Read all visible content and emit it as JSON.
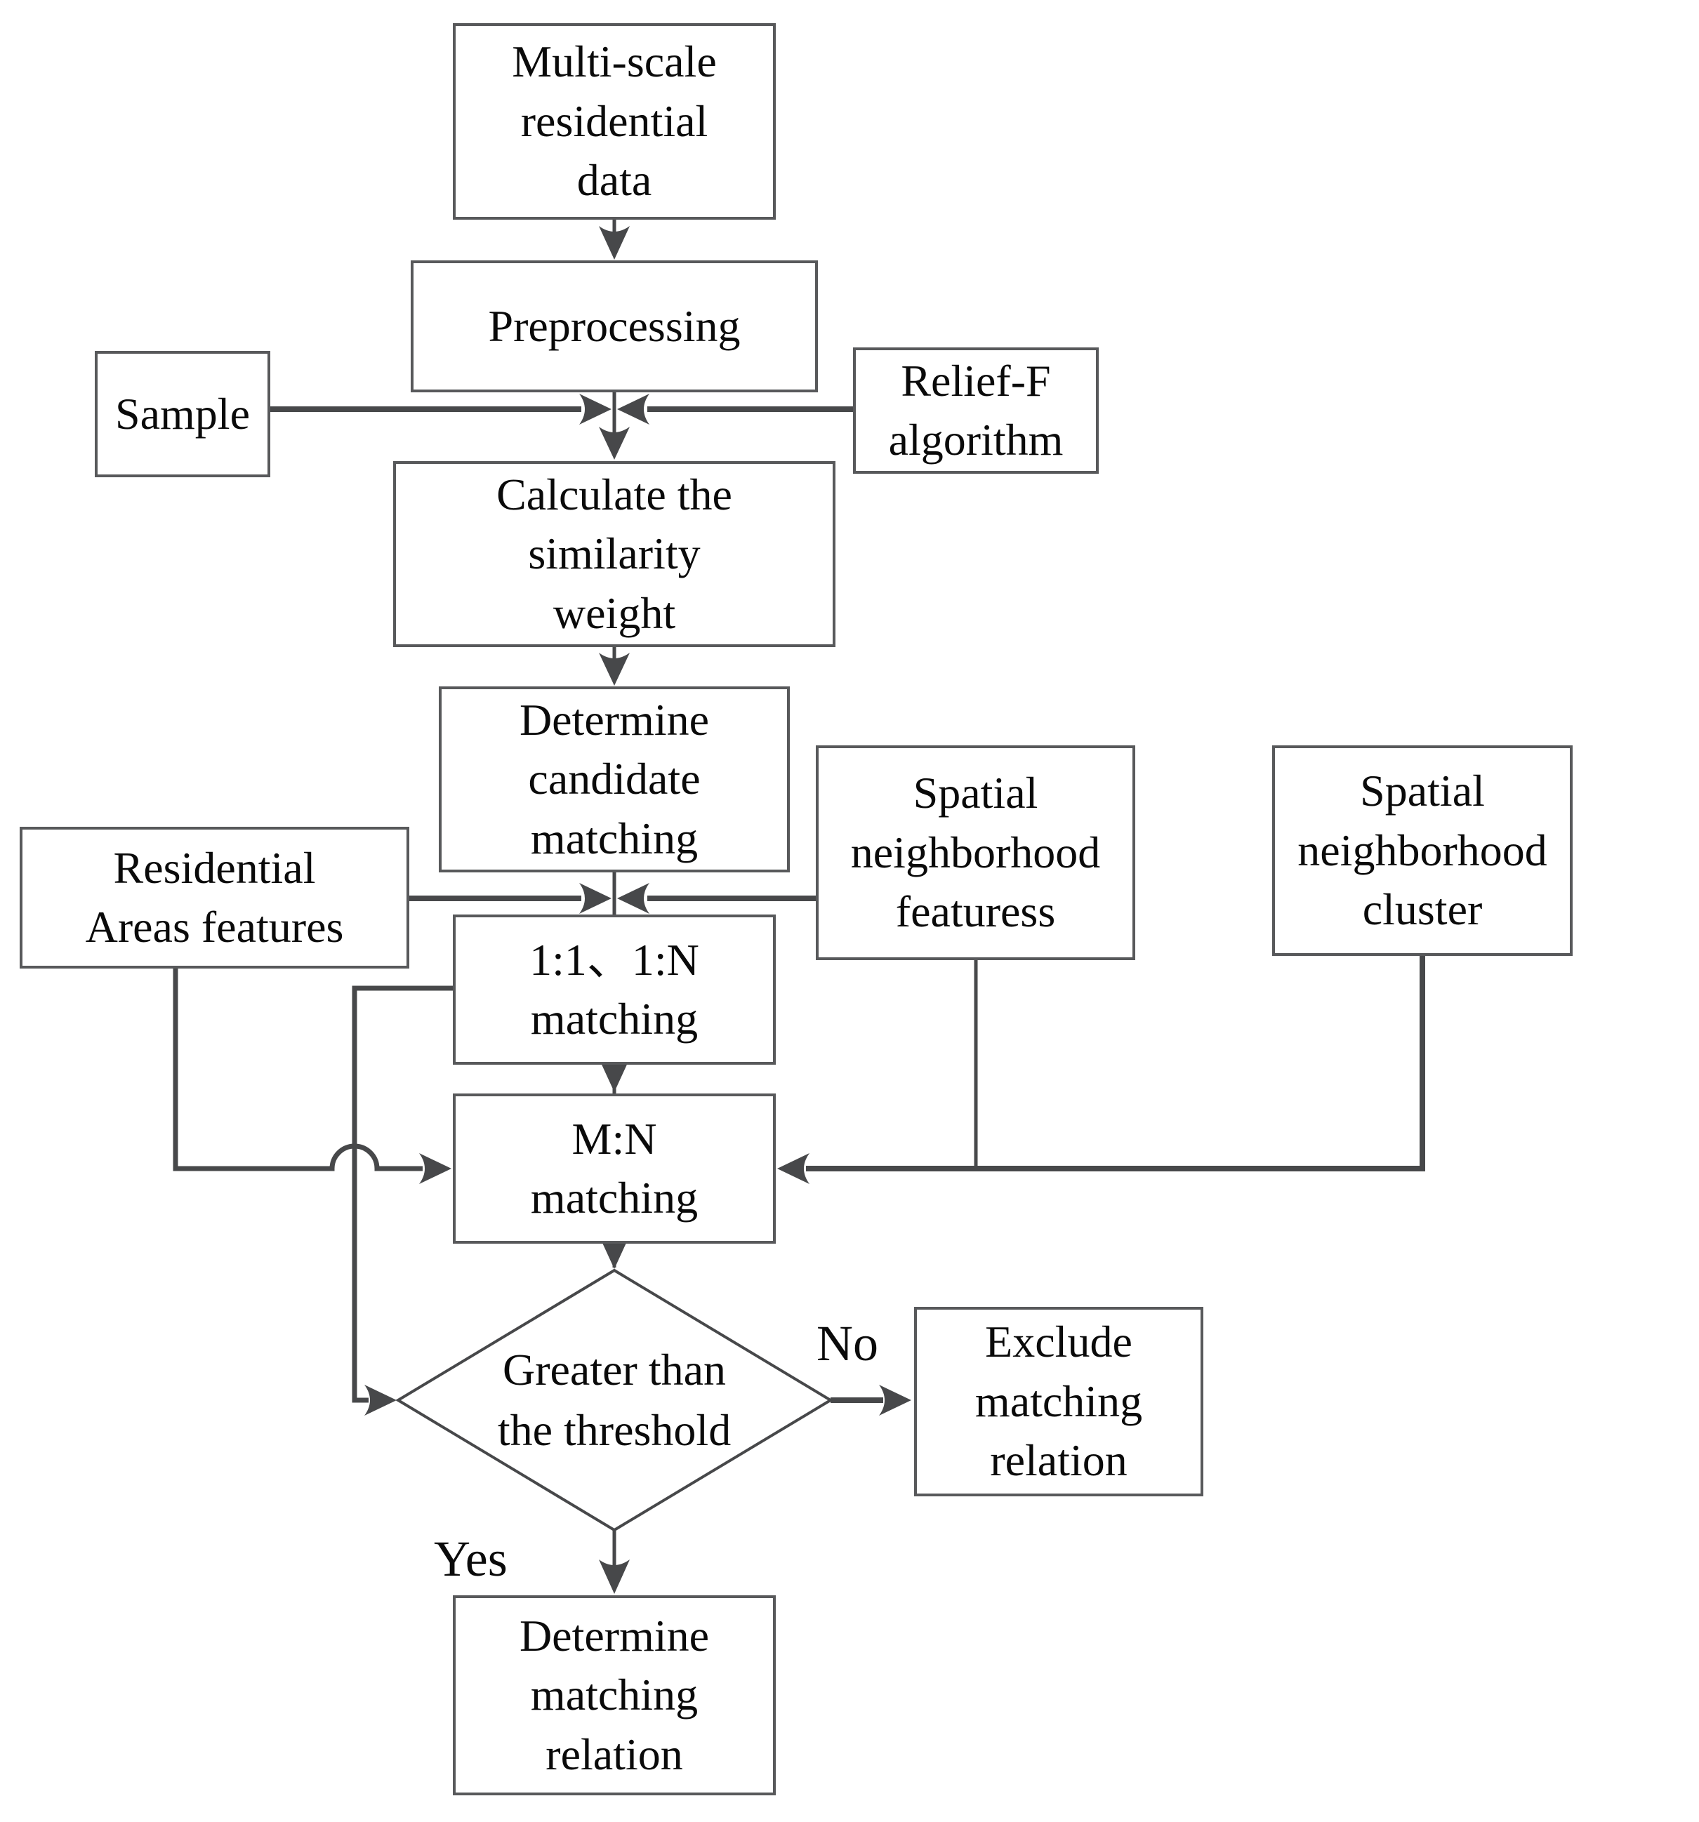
{
  "nodes": {
    "multi_scale": {
      "label": "Multi-scale\nresidential\ndata"
    },
    "preprocessing": {
      "label": "Preprocessing"
    },
    "sample": {
      "label": "Sample"
    },
    "relief_f": {
      "label": "Relief-F\nalgorithm"
    },
    "calculate": {
      "label": "Calculate the\nsimilarity\nweight"
    },
    "determine_candidate": {
      "label": "Determine\ncandidate\nmatching"
    },
    "residential": {
      "label": "Residential\nAreas features"
    },
    "spatial_features": {
      "label": "Spatial\nneighborhood\nfeaturess"
    },
    "spatial_cluster": {
      "label": "Spatial\nneighborhood\ncluster"
    },
    "one_one_n": {
      "label": "1:1、1:N\nmatching"
    },
    "m_n": {
      "label": "M:N\nmatching"
    },
    "threshold": {
      "label": "Greater than\nthe threshold"
    },
    "exclude": {
      "label": "Exclude\nmatching\nrelation"
    },
    "determine_relation": {
      "label": "Determine\nmatching\nrelation"
    }
  },
  "branch_labels": {
    "no": "No",
    "yes": "Yes"
  },
  "edges": [
    {
      "from": "multi_scale",
      "to": "preprocessing"
    },
    {
      "from": "preprocessing",
      "to": "calculate"
    },
    {
      "from": "sample",
      "to": "calculate"
    },
    {
      "from": "relief_f",
      "to": "calculate"
    },
    {
      "from": "calculate",
      "to": "determine_candidate"
    },
    {
      "from": "determine_candidate",
      "to": "one_one_n"
    },
    {
      "from": "residential",
      "to": "one_one_n"
    },
    {
      "from": "spatial_features",
      "to": "one_one_n"
    },
    {
      "from": "one_one_n",
      "to": "m_n"
    },
    {
      "from": "residential",
      "to": "m_n"
    },
    {
      "from": "spatial_features",
      "to": "m_n"
    },
    {
      "from": "spatial_cluster",
      "to": "m_n"
    },
    {
      "from": "one_one_n",
      "to": "threshold"
    },
    {
      "from": "m_n",
      "to": "threshold"
    },
    {
      "from": "threshold",
      "to": "exclude",
      "label": "No"
    },
    {
      "from": "threshold",
      "to": "determine_relation",
      "label": "Yes"
    }
  ],
  "colors": {
    "line": "#47484a",
    "box_border": "#58595b",
    "text": "#0a0a0a",
    "background": "#ffffff"
  }
}
